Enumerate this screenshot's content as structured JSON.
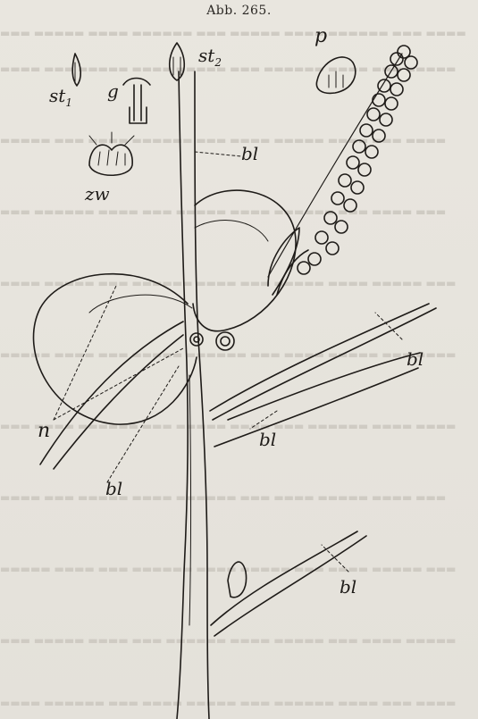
{
  "figure": {
    "caption": "Abb. 265.",
    "labels": {
      "st1": {
        "main": "st",
        "sub": "1"
      },
      "g": "g",
      "st2": {
        "main": "st",
        "sub": "2"
      },
      "p": "p",
      "zw": "zw",
      "bl_top": "bl",
      "bl_right": "bl",
      "bl_center": "bl",
      "bl_left": "bl",
      "bl_bottom": "bl",
      "n": "n"
    }
  },
  "colors": {
    "ink": "#1e1b18",
    "paper": "#e7e4dd",
    "bleed_text": "#cfcbc3"
  }
}
